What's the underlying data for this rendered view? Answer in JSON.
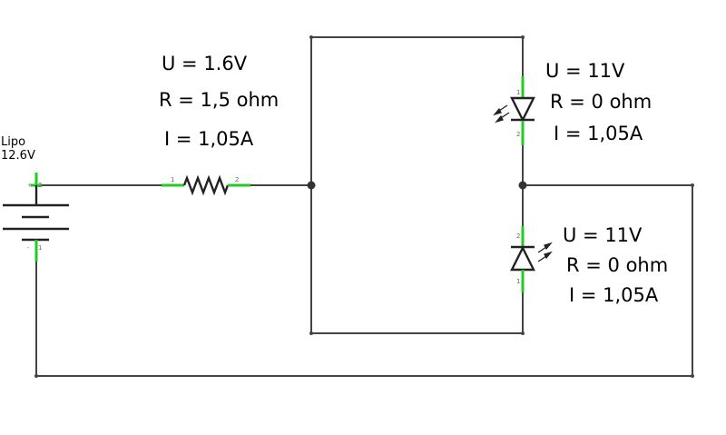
{
  "battery": {
    "name": "Lipo",
    "voltage": "12.6V",
    "pin_plus": "+",
    "pin_plus_num": "2",
    "pin_minus": "-",
    "pin_minus_num": "1"
  },
  "resistor": {
    "u": "U = 1.6V",
    "r": "R = 1,5 ohm",
    "i": "I = 1,05A",
    "pin1": "1",
    "pin2": "2"
  },
  "led_top": {
    "u": "U = 11V",
    "r": "R = 0 ohm",
    "i": "I = 1,05A",
    "pin_top": "1",
    "pin_bottom": "2"
  },
  "led_bottom": {
    "u": "U = 11V",
    "r": "R = 0 ohm",
    "i": "I = 1,05A",
    "pin_top": "2",
    "pin_bottom": "1"
  },
  "colors": {
    "wire": "#444444",
    "lead": "#22cc22",
    "junction": "#333333",
    "background": "#ffffff"
  }
}
